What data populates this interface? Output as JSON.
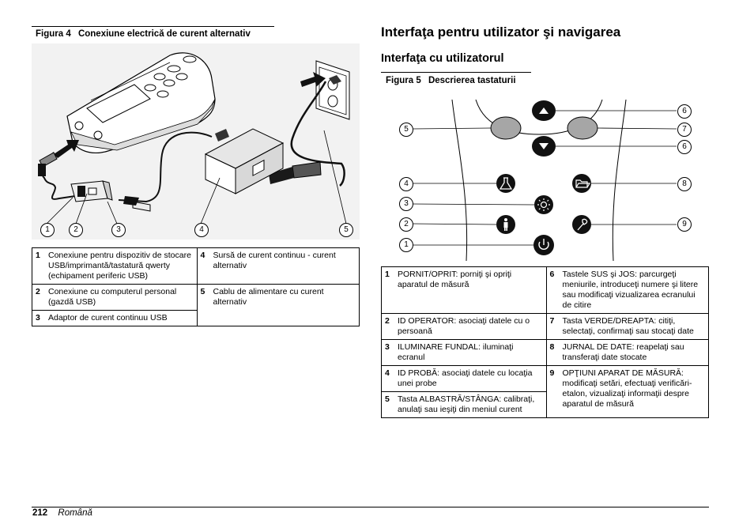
{
  "figure4": {
    "number": "Figura 4",
    "title": "Conexiune electrică de curent alternativ",
    "callouts": [
      "1",
      "2",
      "3",
      "4",
      "5"
    ],
    "legend": [
      {
        "num": "1",
        "text": "Conexiune pentru dispozitiv de stocare USB/imprimantă/tastatură qwerty (echipament periferic USB)"
      },
      {
        "num": "4",
        "text": "Sursă de curent continuu - curent alternativ"
      },
      {
        "num": "2",
        "text": "Conexiune cu computerul personal (gazdă USB)"
      },
      {
        "num": "5",
        "text": "Cablu de alimentare cu curent alternativ"
      },
      {
        "num": "3",
        "text": "Adaptor de curent continuu USB"
      }
    ]
  },
  "section": {
    "title": "Interfaţa pentru utilizator şi navigarea",
    "subtitle": "Interfaţa cu utilizatorul"
  },
  "figure5": {
    "number": "Figura 5",
    "title": "Descrierea tastaturii",
    "callouts_left": [
      "5",
      "4",
      "3",
      "2",
      "1"
    ],
    "callouts_right": [
      "6",
      "7",
      "6",
      "8",
      "9"
    ],
    "legend": [
      {
        "num": "1",
        "text": "PORNIT/OPRIT: porniţi şi opriţi aparatul de măsură"
      },
      {
        "num": "6",
        "text": "Tastele SUS şi JOS: parcurgeţi meniurile, introduceţi numere şi litere sau modificaţi vizualizarea ecranului de citire"
      },
      {
        "num": "2",
        "text": "ID OPERATOR: asociaţi datele cu o persoană"
      },
      {
        "num": "7",
        "text": "Tasta VERDE/DREAPTA: citiţi, selectaţi, confirmaţi sau stocaţi date"
      },
      {
        "num": "3",
        "text": "ILUMINARE FUNDAL: iluminaţi ecranul"
      },
      {
        "num": "8",
        "text": "JURNAL DE DATE: reapelaţi sau transferaţi date stocate"
      },
      {
        "num": "4",
        "text": "ID PROBĂ: asociaţi datele cu locaţia unei probe"
      },
      {
        "num": "9",
        "text": "OPŢIUNI APARAT DE MĂSURĂ: modificaţi setări, efectuaţi verificări-etalon, vizualizaţi informaţii despre aparatul de măsură"
      },
      {
        "num": "5",
        "text": "Tasta ALBASTRĂ/STÂNGA: calibraţi, anulaţi sau ieşiţi din meniul curent"
      }
    ]
  },
  "footer": {
    "page": "212",
    "language": "Română"
  }
}
